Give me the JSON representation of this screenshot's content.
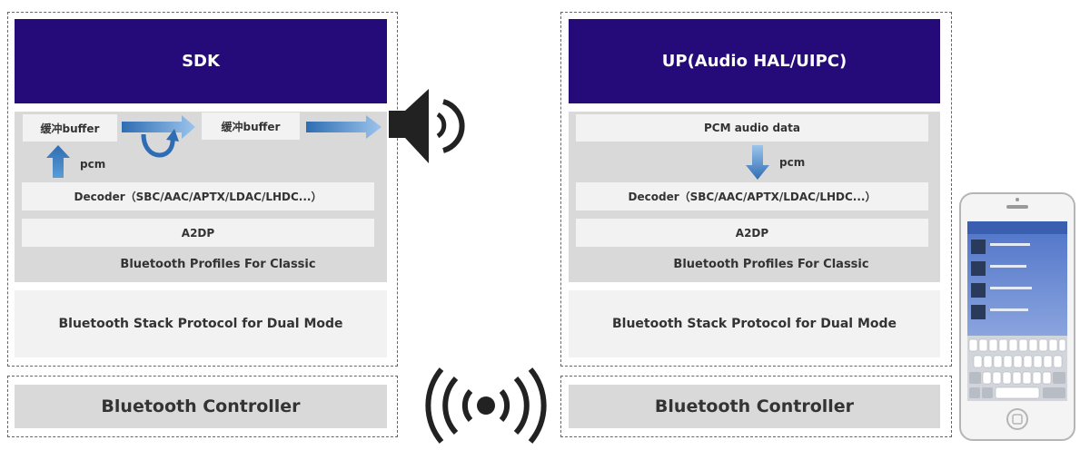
{
  "left": {
    "title": "SDK",
    "buffer_1": "缓冲buffer",
    "buffer_2": "缓冲buffer",
    "pcm": "pcm",
    "decoder": "Decoder（SBC/AAC/APTX/LDAC/LHDC...）",
    "a2dp": "A2DP",
    "profiles": "Bluetooth Profiles For Classic",
    "stack": "Bluetooth Stack Protocol for Dual Mode",
    "controller": "Bluetooth Controller"
  },
  "right": {
    "title": "UP(Audio HAL/UIPC)",
    "pcm_data": "PCM audio data",
    "pcm": "pcm",
    "decoder": "Decoder（SBC/AAC/APTX/LDAC/LHDC...）",
    "a2dp": "A2DP",
    "profiles": "Bluetooth Profiles For Classic",
    "stack": "Bluetooth Stack Protocol for Dual Mode",
    "controller": "Bluetooth Controller"
  },
  "icons": {
    "speaker": "speaker-icon",
    "wireless": "wireless-signal-icon",
    "phone": "smartphone-icon"
  },
  "colors": {
    "title_bar": "#250a7a",
    "arrow": "#5b9bd5",
    "panel": "#d9d9d9",
    "bar": "#f2f2f2"
  }
}
